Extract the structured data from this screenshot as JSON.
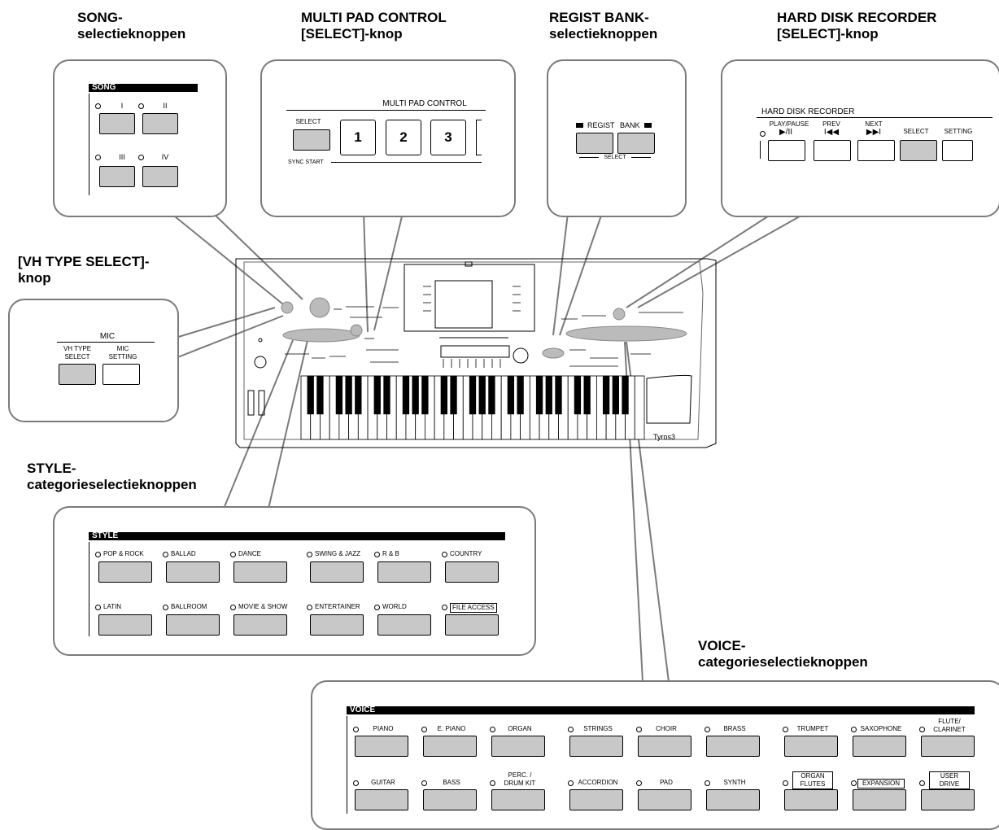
{
  "captions": {
    "song": [
      "SONG-",
      "selectieknoppen"
    ],
    "multipad": [
      "MULTI PAD CONTROL",
      "[SELECT]-knop"
    ],
    "regist": [
      "REGIST BANK-",
      "selectieknoppen"
    ],
    "hdr": [
      "HARD DISK RECORDER",
      "[SELECT]-knop"
    ],
    "vh": [
      "[VH TYPE SELECT]-",
      "knop"
    ],
    "style": [
      "STYLE-",
      "categorieselectieknoppen"
    ],
    "voice": [
      "VOICE-",
      "categorieselectieknoppen"
    ]
  },
  "song_panel": {
    "title": "SONG",
    "buttons": [
      "I",
      "II",
      "III",
      "IV"
    ]
  },
  "multipad_panel": {
    "title": "MULTI PAD CONTROL",
    "select": "SELECT",
    "sync": "SYNC START",
    "pads": [
      "1",
      "2",
      "3"
    ]
  },
  "regist_panel": {
    "title": "REGIST BANK",
    "regist": "REGIST",
    "bank": "BANK",
    "select": "SELECT"
  },
  "hdr_panel": {
    "title": "HARD DISK RECORDER",
    "play": "PLAY/PAUSE",
    "play_sym": "▶/II",
    "prev": "PREV",
    "prev_sym": "I◀◀",
    "next": "NEXT",
    "next_sym": "▶▶I",
    "select": "SELECT",
    "setting": "SETTING"
  },
  "mic_panel": {
    "title": "MIC",
    "vh": [
      "VH TYPE",
      "SELECT"
    ],
    "mic": [
      "MIC",
      "SETTING"
    ]
  },
  "style_panel": {
    "title": "STYLE",
    "row1": [
      "POP & ROCK",
      "BALLAD",
      "DANCE",
      "SWING & JAZZ",
      "R & B",
      "COUNTRY"
    ],
    "row2": [
      "LATIN",
      "BALLROOM",
      "MOVIE & SHOW",
      "ENTERTAINER",
      "WORLD",
      "FILE ACCESS"
    ]
  },
  "voice_panel": {
    "title": "VOICE",
    "row1": [
      "PIANO",
      "E. PIANO",
      "ORGAN",
      "STRINGS",
      "CHOIR",
      "BRASS",
      "TRUMPET",
      "SAXOPHONE",
      "FLUTE/",
      "CLARINET"
    ],
    "row2": [
      "GUITAR",
      "BASS",
      "PERC. /",
      "DRUM KIT",
      "ACCORDION",
      "PAD",
      "SYNTH",
      "ORGAN",
      "FLUTES",
      "EXPANSION",
      "USER",
      "DRIVE"
    ]
  },
  "keyboard": {
    "logo": "Tyros3"
  }
}
